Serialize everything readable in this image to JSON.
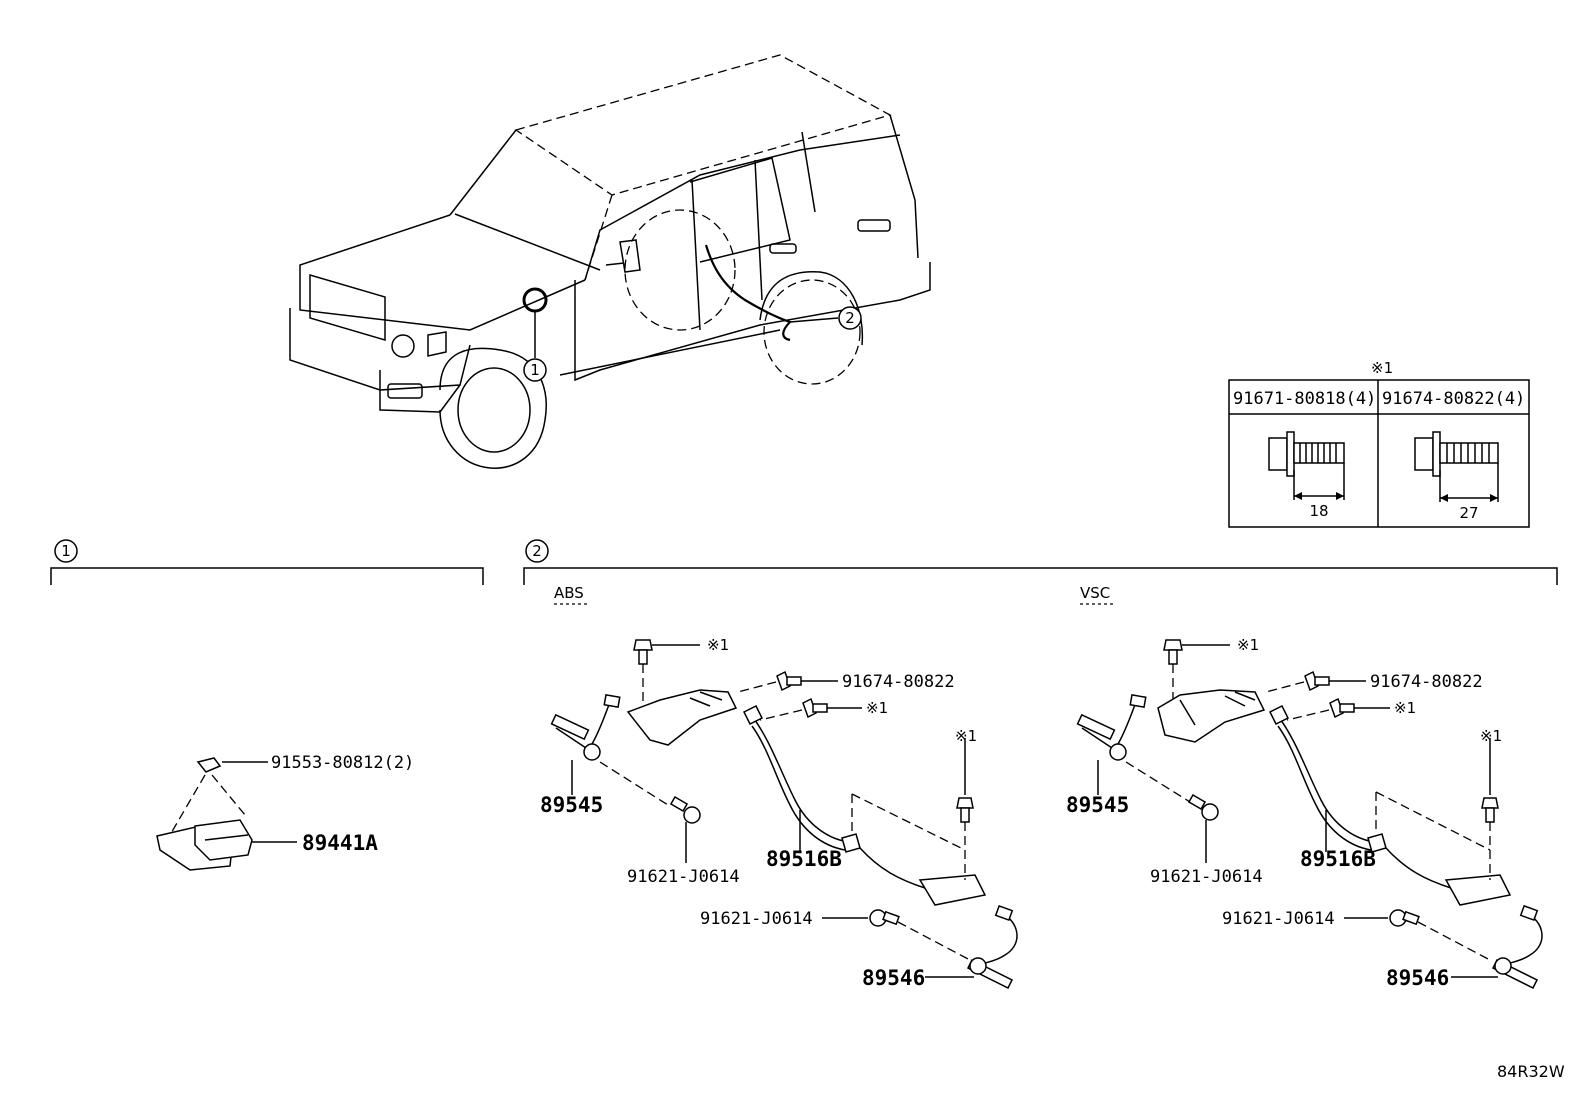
{
  "callouts": {
    "one": "1",
    "two": "2"
  },
  "sections": {
    "abs": "ABS",
    "vsc": "VSC"
  },
  "fastener_table": {
    "header_mark": "※1",
    "col1": {
      "part": "91671-80818(4)",
      "dim": "18"
    },
    "col2": {
      "part": "91674-80822(4)",
      "dim": "27"
    }
  },
  "section1": {
    "nut": "91553-80812(2)",
    "sensor": "89441A"
  },
  "abs": {
    "mark_top": "※1",
    "bolt_top": "91674-80822",
    "mark_mid": "※1",
    "mark_right": "※1",
    "front_sensor": "89545",
    "bolt_front": "91621-J0614",
    "harness": "89516B",
    "bolt_rear": "91621-J0614",
    "rear_sensor": "89546"
  },
  "vsc": {
    "mark_top": "※1",
    "bolt_top": "91674-80822",
    "mark_mid": "※1",
    "mark_right": "※1",
    "front_sensor": "89545",
    "bolt_front": "91621-J0614",
    "harness": "89516B",
    "bolt_rear": "91621-J0614",
    "rear_sensor": "89546"
  },
  "figure_code": "84R32W"
}
